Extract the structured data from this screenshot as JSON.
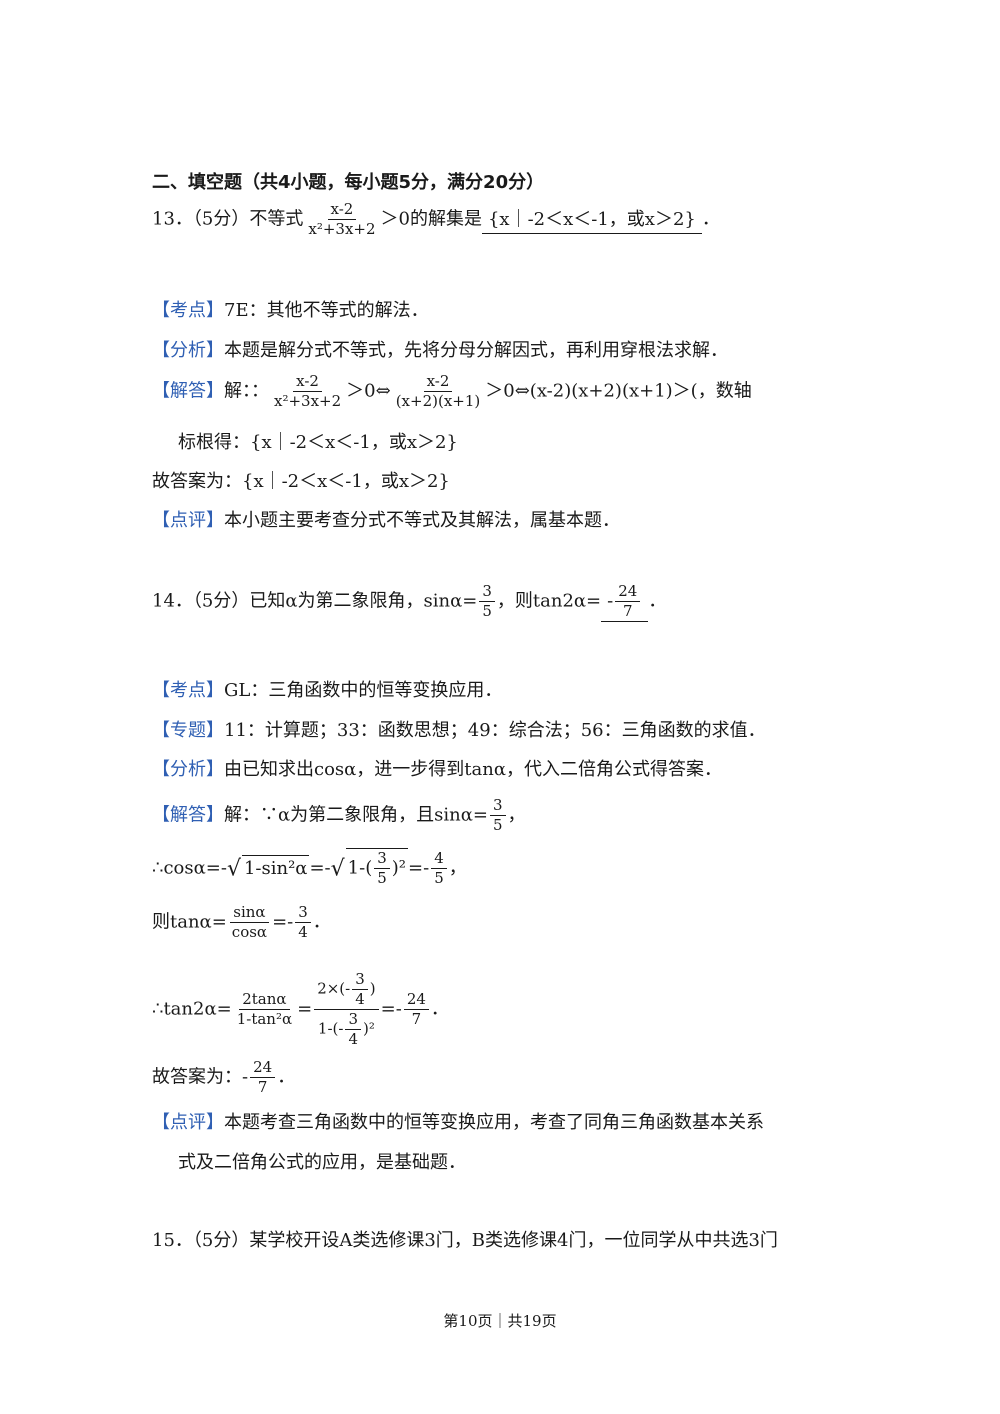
{
  "section_title": "二、填空题（共4小题，每小题5分，满分20分）",
  "q13": {
    "prefix": "13．（5分）不等式",
    "frac_num": "x-2",
    "frac_den": "x²+3x+2",
    "middle": "＞0的解集是",
    "answer": "{x｜-2＜x＜-1，或x＞2}",
    "end": "．",
    "kaodian_tag": "【考点】",
    "kaodian": "7E：其他不等式的解法．",
    "fenxi_tag": "【分析】",
    "fenxi": "本题是解分式不等式，先将分母分解因式，再利用穿根法求解．",
    "jieda_tag": "【解答】",
    "jieda_start": "解：：",
    "step_num": "x-2",
    "step_den": "x²+3x+2",
    "step_mid": "＞0⇔",
    "step2_num": "x-2",
    "step2_den": "(x+2)(x+1)",
    "step_end": "＞0⇔(x-2)(x+2)(x+1)＞(，数轴",
    "line2": "标根得：{x｜-2＜x＜-1，或x＞2}",
    "answer_line": "故答案为：{x｜-2＜x＜-1，或x＞2}",
    "dianping_tag": "【点评】",
    "dianping": "本小题主要考查分式不等式及其解法，属基本题．"
  },
  "q14": {
    "prefix": "14．（5分）已知α为第二象限角，sinα=",
    "sin_num": "3",
    "sin_den": "5",
    "middle": "，则tan2α=",
    "ans_sign": "-",
    "ans_num": "24",
    "ans_den": "7",
    "end": "．",
    "kaodian_tag": "【考点】",
    "kaodian": "GL：三角函数中的恒等变换应用．",
    "zhuanti_tag": "【专题】",
    "zhuanti": "11：计算题；33：函数思想；49：综合法；56：三角函数的求值．",
    "fenxi_tag": "【分析】",
    "fenxi": "由已知求出cosα，进一步得到tanα，代入二倍角公式得答案．",
    "jieda_tag": "【解答】",
    "jieda_start": "解：∵α为第二象限角，且sinα=",
    "jieda_num": "3",
    "jieda_den": "5",
    "jieda_end": "，",
    "cos_prefix": "∴cosα=-",
    "cos_rad1": "1-sin²α",
    "cos_eq": "=-",
    "cos_rad2_a": "1-(",
    "cos_rad2_num": "3",
    "cos_rad2_den": "5",
    "cos_rad2_b": ")²",
    "cos_eq2": "=-",
    "cos_num": "4",
    "cos_den": "5",
    "cos_end": "，",
    "tan_prefix": "则tanα=",
    "tan_num": "sinα",
    "tan_den": "cosα",
    "tan_eq": "=-",
    "tan_rnum": "3",
    "tan_rden": "4",
    "tan_end": "．",
    "tan2_prefix": "∴tan2α=",
    "tan2_num": "2tanα",
    "tan2_den": "1-tan²α",
    "tan2_eq": "=",
    "tan2_big_num_a": "2×(-",
    "tan2_big_num_f_num": "3",
    "tan2_big_num_f_den": "4",
    "tan2_big_num_b": ")",
    "tan2_big_den_a": "1-(-",
    "tan2_big_den_f_num": "3",
    "tan2_big_den_f_den": "4",
    "tan2_big_den_b": ")²",
    "tan2_eq2": "=-",
    "tan2_rnum": "24",
    "tan2_rden": "7",
    "tan2_end": "．",
    "answer_prefix": "故答案为：-",
    "answer_num": "24",
    "answer_den": "7",
    "answer_end": "．",
    "dianping_tag": "【点评】",
    "dianping": "本题考查三角函数中的恒等变换应用，考查了同角三角函数基本关系",
    "dianping2": "式及二倍角公式的应用，是基础题．"
  },
  "q15": {
    "text": "15．（5分）某学校开设A类选修课3门，B类选修课4门，一位同学从中共选3门"
  },
  "footer": "第10页｜共19页"
}
